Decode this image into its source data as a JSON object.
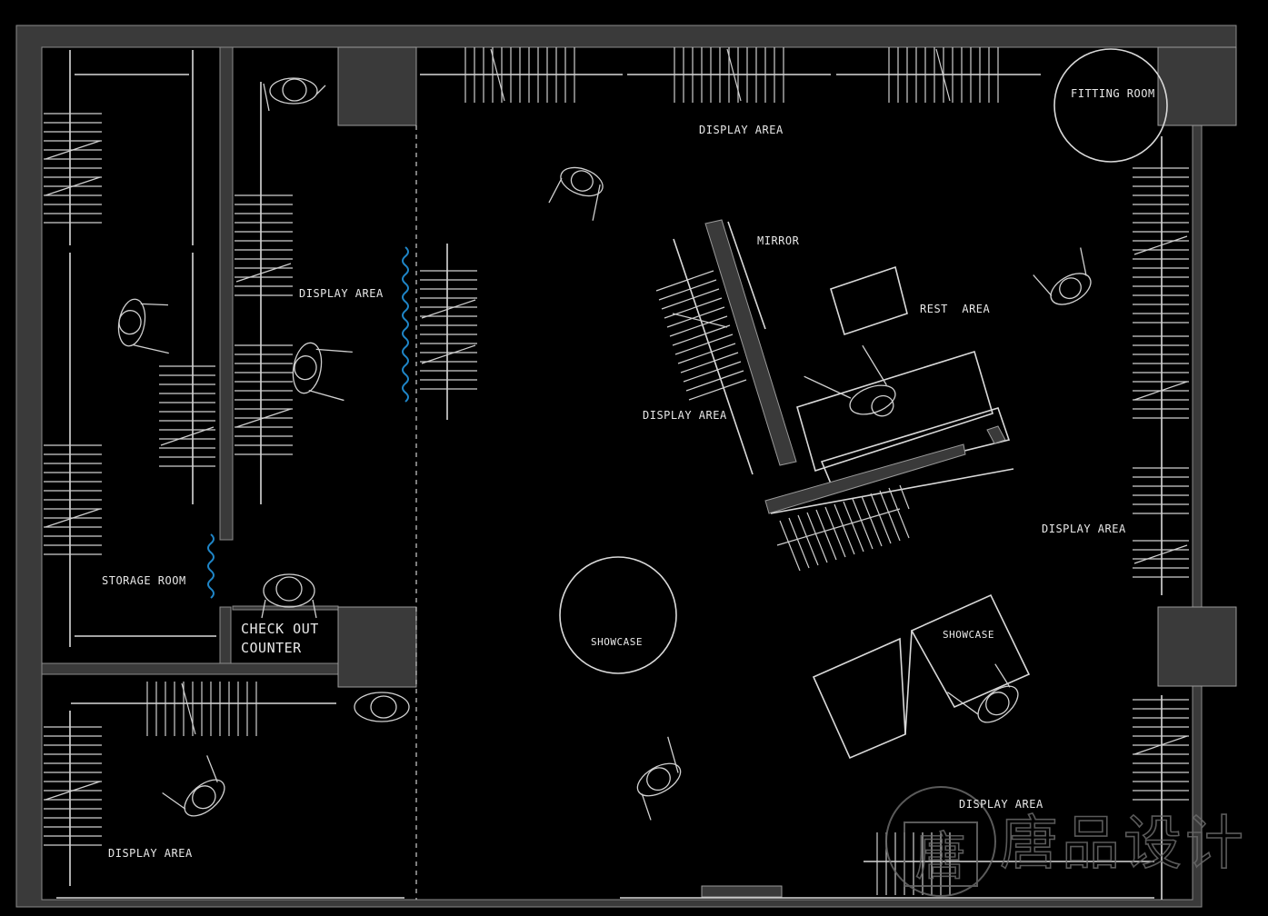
{
  "labels": {
    "fitting_room": "FITTING ROOM",
    "display_top": "DISPLAY AREA",
    "display_left_mid": "DISPLAY AREA",
    "mirror": "MIRROR",
    "rest_area": "REST  AREA",
    "display_center": "DISPLAY AREA",
    "display_right": "DISPLAY AREA",
    "storage_room": "STORAGE ROOM",
    "checkout_line1": "CHECK OUT",
    "checkout_line2": "COUNTER",
    "showcase_round": "SHOWCASE",
    "showcase_rect": "SHOWCASE",
    "display_bottom_right": "DISPLAY AREA",
    "display_bottom_left": "DISPLAY AREA"
  },
  "watermark": {
    "seal_char": "唐",
    "brand_text": "唐品设计"
  },
  "colors": {
    "background": "#000000",
    "wall_fill": "#3a3a3a",
    "line": "#d9d9d9",
    "curtain": "#1f86c8"
  }
}
